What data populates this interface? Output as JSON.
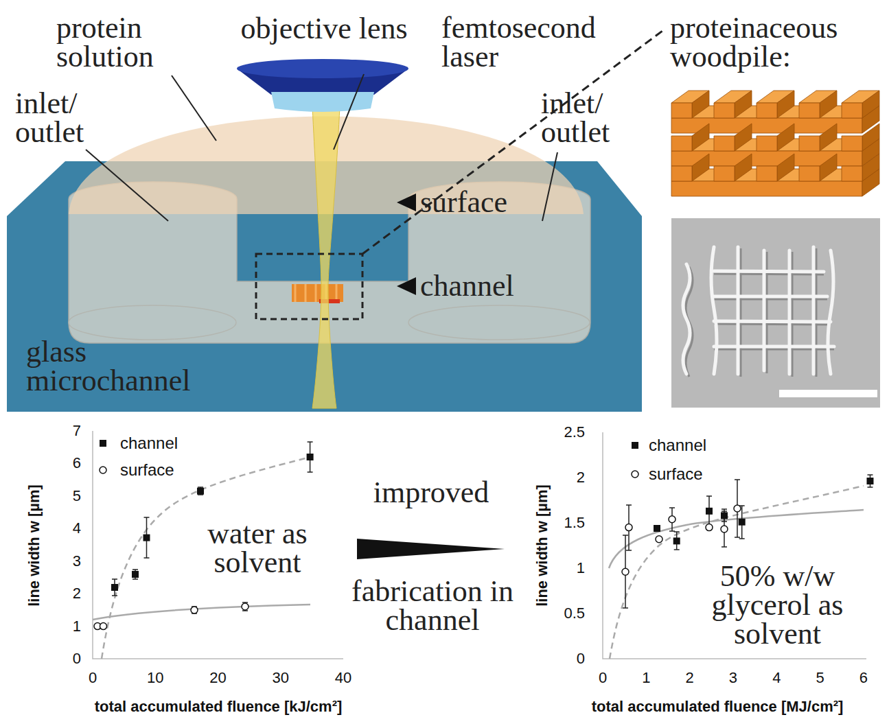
{
  "diagram": {
    "labels": [
      "protein solution",
      "objective lens",
      "femtosecond laser",
      "proteinaceous woodpile:",
      "inlet/ outlet",
      "inlet/ outlet",
      "surface",
      "channel",
      "glass microchannel",
      "7",
      "6",
      "5",
      "4",
      "3",
      "2",
      "1",
      "0",
      "0",
      "10",
      "20",
      "30",
      "40",
      "line width w [µm]",
      "total accumulated fluence [kJ/cm²]",
      "water as solvent",
      "improved",
      "fabrication in channel",
      "2.5",
      "2",
      "1.5",
      "1",
      "0.5",
      "0",
      "0",
      "1",
      "2",
      "3",
      "4",
      "5",
      "6",
      "line width w [µm]",
      "total accumulated fluence [MJ/cm²]",
      "50% w/w glycerol as solvent"
    ],
    "legend": [
      {
        "text": "channel"
      },
      {
        "text": "surface"
      },
      {
        "text": "channel"
      },
      {
        "text": "surface"
      }
    ]
  }
}
